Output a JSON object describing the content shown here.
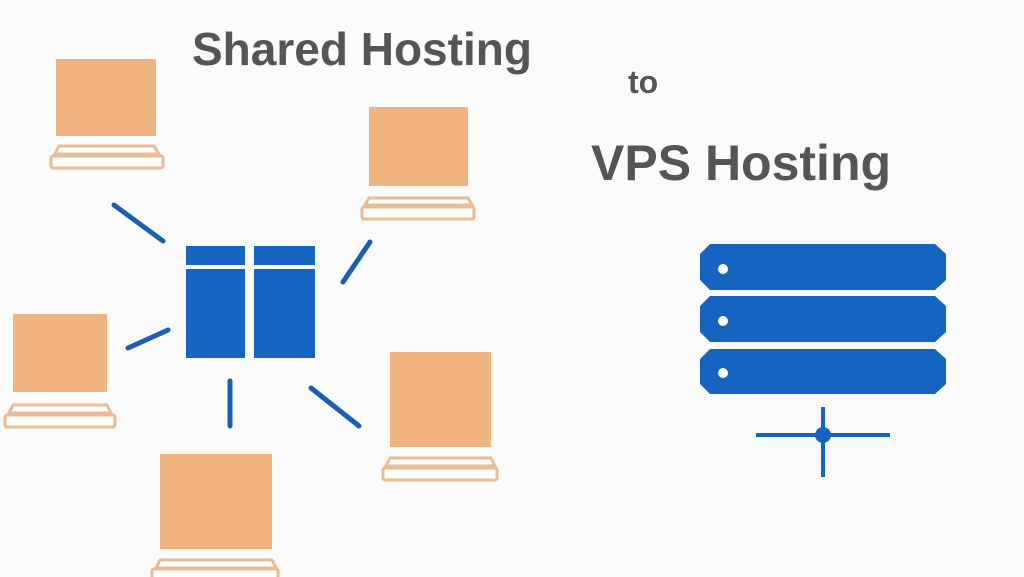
{
  "title": {
    "line1": "Shared Hosting",
    "line2": "to",
    "line3": "VPS Hosting"
  },
  "colors": {
    "computer": "#f0b481",
    "computer_outline": "#ebbb93",
    "server": "#1565c0",
    "link": "#1b5fb3",
    "text": "#555555",
    "background": "#fbfbfb"
  },
  "icons": {
    "computer": "computer-icon",
    "shared_server": "shared-server-icon",
    "vps_server": "server-rack-icon",
    "network": "network-node-icon"
  }
}
